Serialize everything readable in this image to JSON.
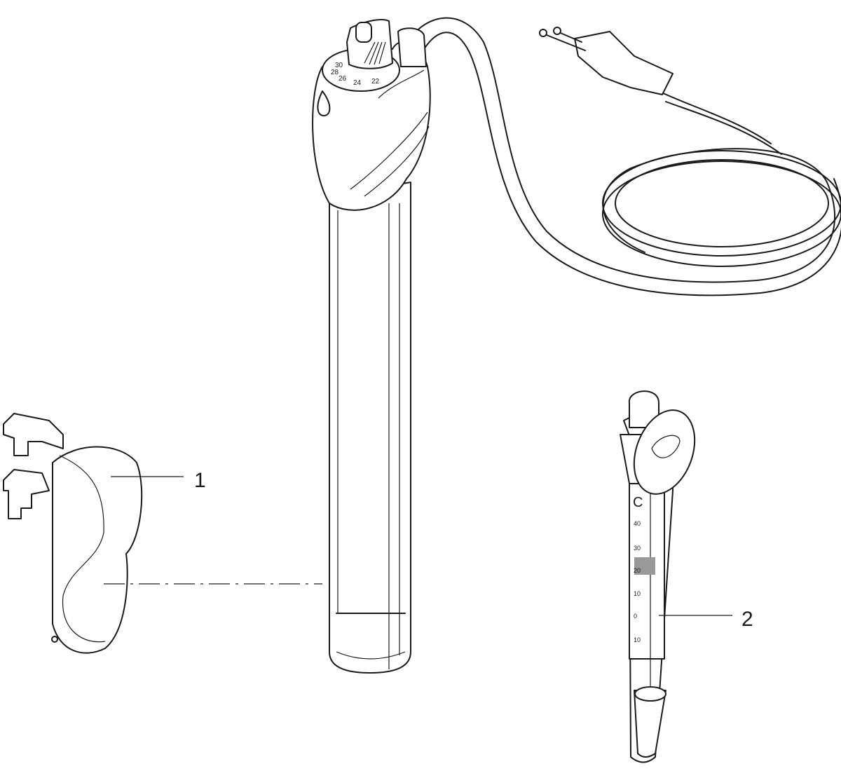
{
  "callouts": {
    "part1": "1",
    "part2": "2"
  },
  "heater_dial": {
    "ticks": [
      "30",
      "28",
      "26",
      "24",
      "22"
    ]
  },
  "thermometer_scale": {
    "unit": "C",
    "ticks": [
      "40",
      "30",
      "20",
      "10",
      "0",
      "10"
    ]
  }
}
